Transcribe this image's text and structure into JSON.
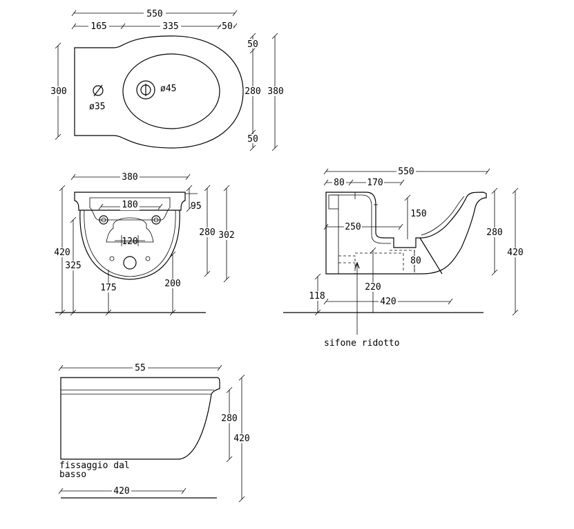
{
  "top_view": {
    "width_total": "550",
    "seg_a": "165",
    "seg_b": "335",
    "seg_c": "50",
    "height_left": "300",
    "hole_small": "ø35",
    "hole_large": "ø45",
    "right_top": "50",
    "right_mid": "280",
    "right_bot": "50",
    "right_total": "380"
  },
  "front_view": {
    "width": "380",
    "inner_width": "180",
    "inner_small": "120",
    "rim": "95",
    "height_280": "280",
    "height_302": "302",
    "height_420": "420",
    "height_325": "325",
    "offset_175": "175",
    "offset_200": "200"
  },
  "side_view": {
    "width": "550",
    "seg_80": "80",
    "seg_170": "170",
    "depth_150": "150",
    "depth_250": "250",
    "height_280": "280",
    "height_420": "420",
    "small_80": "80",
    "floor_118": "118",
    "mid_220": "220",
    "base_420": "420",
    "siphon_label": "sifone ridotto"
  },
  "bottom_view": {
    "width": "55",
    "height_280": "280",
    "height_420": "420",
    "base_420": "420",
    "note_line1": "fissaggio dal",
    "note_line2": "basso"
  }
}
